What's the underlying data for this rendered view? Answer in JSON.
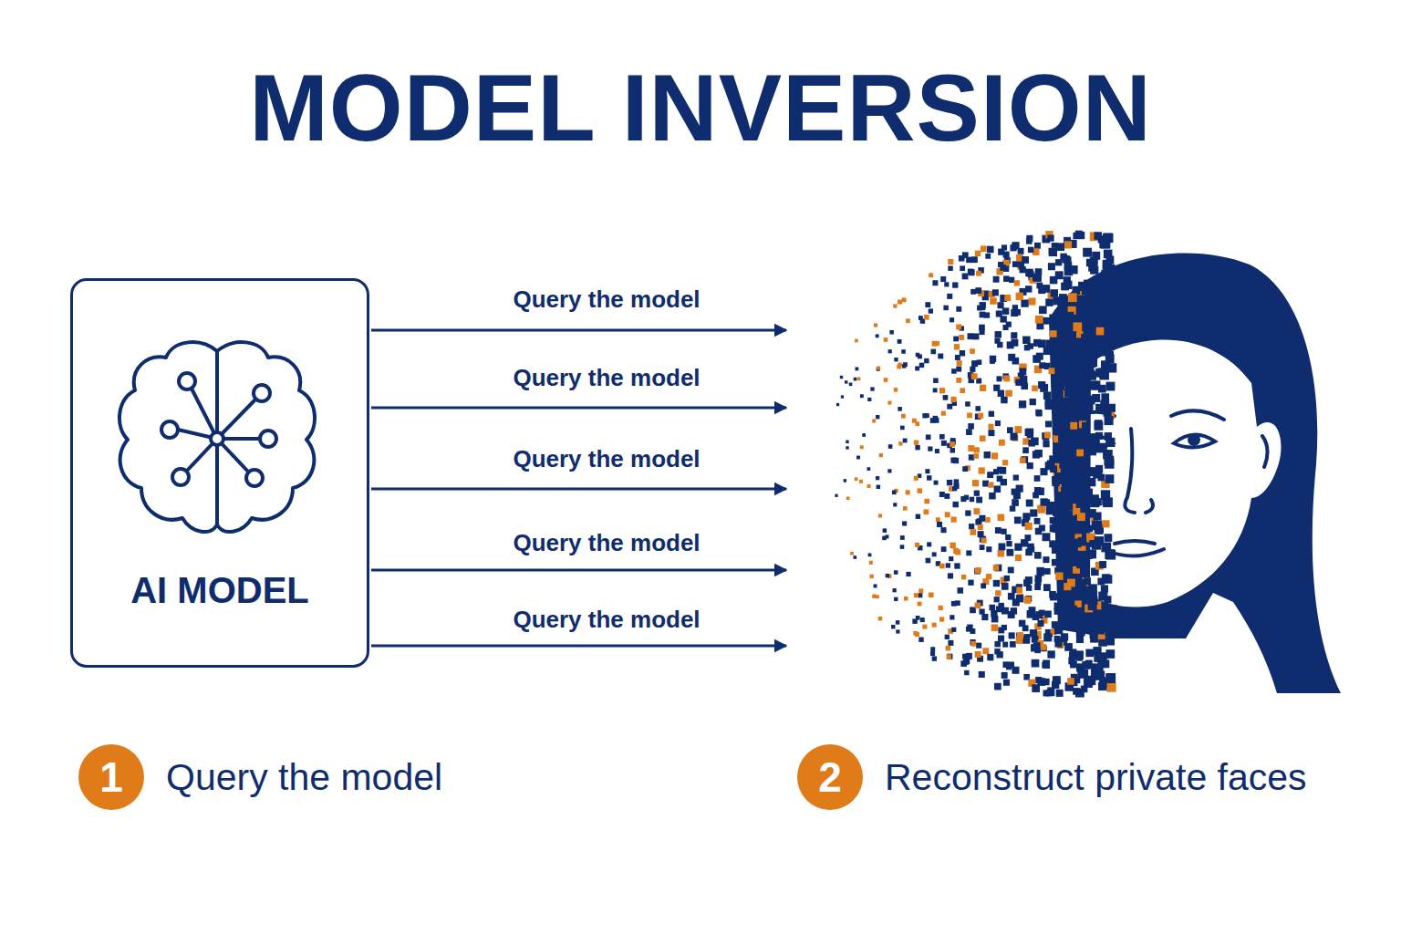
{
  "diagram": {
    "title": "MODEL INVERSION",
    "nodes": [
      {
        "text": [
          "AI MODEL"
        ]
      },
      {
        "text": [
          "1",
          "Query the model"
        ]
      },
      {
        "text": [
          "2",
          "Reconstruct private faces"
        ]
      }
    ],
    "labels": [
      "Query the model",
      "Query the model",
      "Query the model",
      "Query the model",
      "Query the model"
    ]
  }
}
